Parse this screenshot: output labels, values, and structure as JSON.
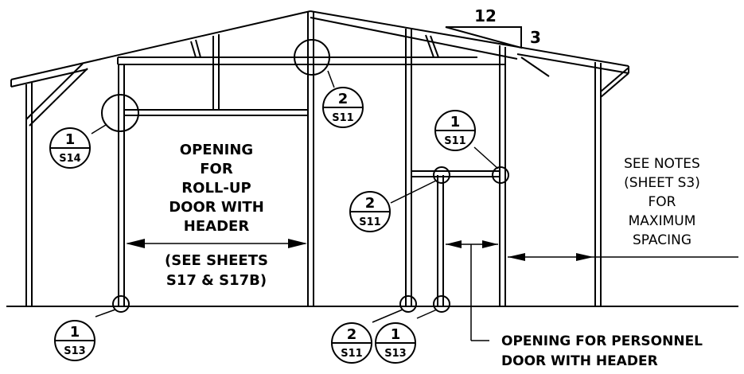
{
  "slope": {
    "rise": "3",
    "run": "12"
  },
  "door_opening": {
    "lines": [
      "OPENING",
      "FOR",
      "ROLL-UP",
      "DOOR WITH",
      "HEADER"
    ],
    "note_lines": [
      "(SEE SHEETS",
      "S17 & S17B)"
    ]
  },
  "spacing_note": {
    "lines": [
      "SEE NOTES",
      "(SHEET S3)",
      "FOR",
      "MAXIMUM",
      "SPACING"
    ]
  },
  "personnel_note": {
    "lines": [
      "OPENING FOR PERSONNEL",
      "DOOR WITH HEADER"
    ]
  },
  "callouts": [
    {
      "detail": "1",
      "sheet": "S14"
    },
    {
      "detail": "2",
      "sheet": "S11"
    },
    {
      "detail": "1",
      "sheet": "S11"
    },
    {
      "detail": "2",
      "sheet": "S11"
    },
    {
      "detail": "1",
      "sheet": "S13"
    },
    {
      "detail": "2",
      "sheet": "S11"
    },
    {
      "detail": "1",
      "sheet": "S13"
    }
  ]
}
